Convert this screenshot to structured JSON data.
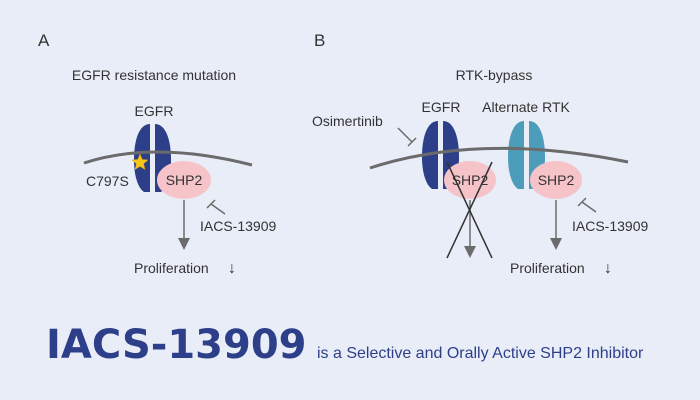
{
  "panel_a": {
    "letter": "A",
    "title": "EGFR resistance mutation",
    "receptor": "EGFR",
    "mutation": "C797S",
    "phosphatase": "SHP2",
    "inhibitor": "IACS-13909",
    "outcome": "Proliferation",
    "outcome_arrow": "↓"
  },
  "panel_b": {
    "letter": "B",
    "title": "RTK-bypass",
    "drug": "Osimertinib",
    "receptor": "EGFR",
    "alt_receptor": "Alternate RTK",
    "phosphatase_blocked": "SHP2",
    "phosphatase": "SHP2",
    "inhibitor": "IACS-13909",
    "outcome": "Proliferation",
    "outcome_arrow": "↓"
  },
  "footer": {
    "drug_name": "IACS-13909",
    "tagline": "is a Selective and Orally Active SHP2 Inhibitor"
  },
  "colors": {
    "background": "#e8edf8",
    "egfr": "#2e3f8a",
    "alt_rtk": "#4b9dba",
    "shp2": "#f6c3c8",
    "membrane": "#6b6b6b",
    "mutation_star": "#f5c518",
    "title_text": "#2e3f8a"
  }
}
